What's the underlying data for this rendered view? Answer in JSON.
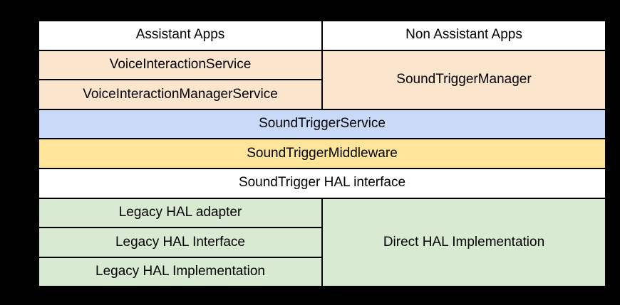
{
  "page": {
    "background_color": "#000000",
    "border_color": "#000000",
    "text_color": "#000000"
  },
  "palette": {
    "apps_layer": "#ffffff",
    "framework_layer": "#fce5cd",
    "service_layer": "#c9daf8",
    "middleware_layer": "#ffe599",
    "hal_interface_layer": "#ffffff",
    "hal_layer": "#d9ead3"
  },
  "diagram": {
    "apps": {
      "assistant": "Assistant Apps",
      "non_assistant": "Non Assistant Apps"
    },
    "framework": {
      "voice_interaction_service": "VoiceInteractionService",
      "voice_interaction_manager_service": "VoiceInteractionManagerService",
      "sound_trigger_manager": "SoundTriggerManager"
    },
    "service": {
      "sound_trigger_service": "SoundTriggerService"
    },
    "middleware": {
      "sound_trigger_middleware": "SoundTriggerMiddleware"
    },
    "hal_interface": {
      "sound_trigger_hal_interface": "SoundTrigger HAL interface"
    },
    "hal": {
      "legacy_hal_adapter": "Legacy HAL adapter",
      "legacy_hal_interface": "Legacy HAL Interface",
      "legacy_hal_implementation": "Legacy HAL Implementation",
      "direct_hal_implementation": "Direct HAL Implementation"
    }
  }
}
